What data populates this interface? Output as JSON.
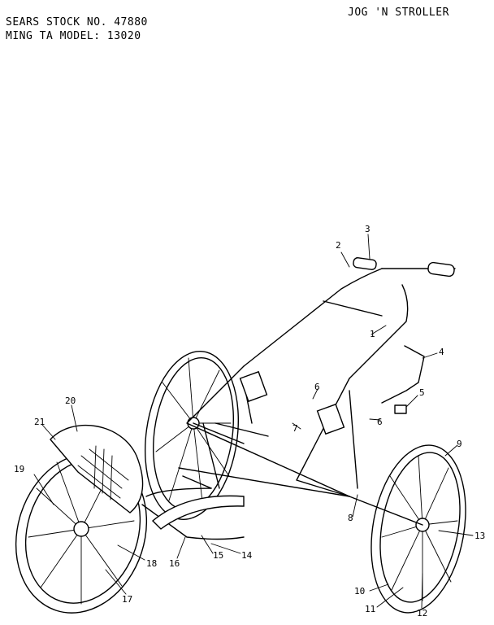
{
  "header": {
    "stock_no": "SEARS STOCK NO. 47880",
    "model": "MING TA MODEL: 13020",
    "title": "JOG 'N STROLLER"
  },
  "callouts": [
    "1",
    "2",
    "3",
    "4",
    "5",
    "6",
    "6",
    "7",
    "8",
    "9",
    "10",
    "11",
    "12",
    "13",
    "14",
    "15",
    "16",
    "17",
    "18",
    "19",
    "20",
    "21"
  ]
}
